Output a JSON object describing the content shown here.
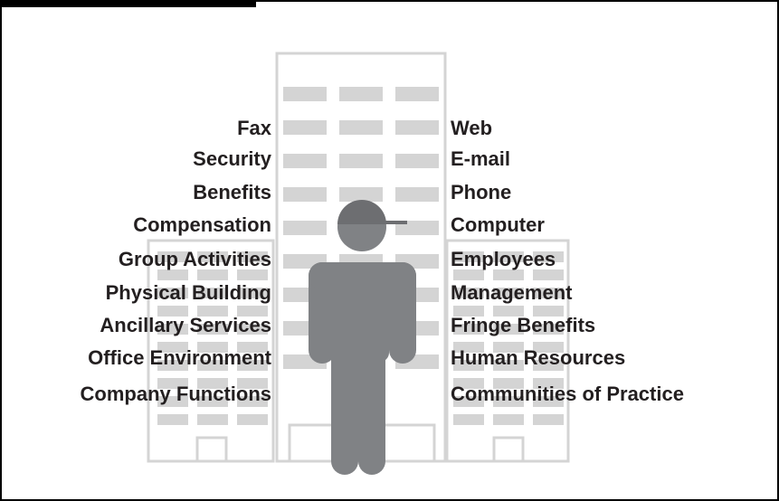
{
  "left_labels": [
    "Fax",
    "Security",
    "Benefits",
    "Compensation",
    "Group Activities",
    "Physical Building",
    "Ancillary Services",
    "Office Environment",
    "Company Functions"
  ],
  "right_labels": [
    "Web",
    "E-mail",
    "Phone",
    "Computer",
    "Employees",
    "Management",
    "Fringe Benefits",
    "Human Resources",
    "Communities of Practice"
  ],
  "colors": {
    "building_outline": "#d4d4d4",
    "window_fill": "#d4d4d4",
    "person_fill": "#808285",
    "cap_fill": "#6d6e71",
    "label_text": "#231f20"
  },
  "icons": {
    "person": "person-with-cap-icon",
    "buildings": "office-building-icon"
  }
}
